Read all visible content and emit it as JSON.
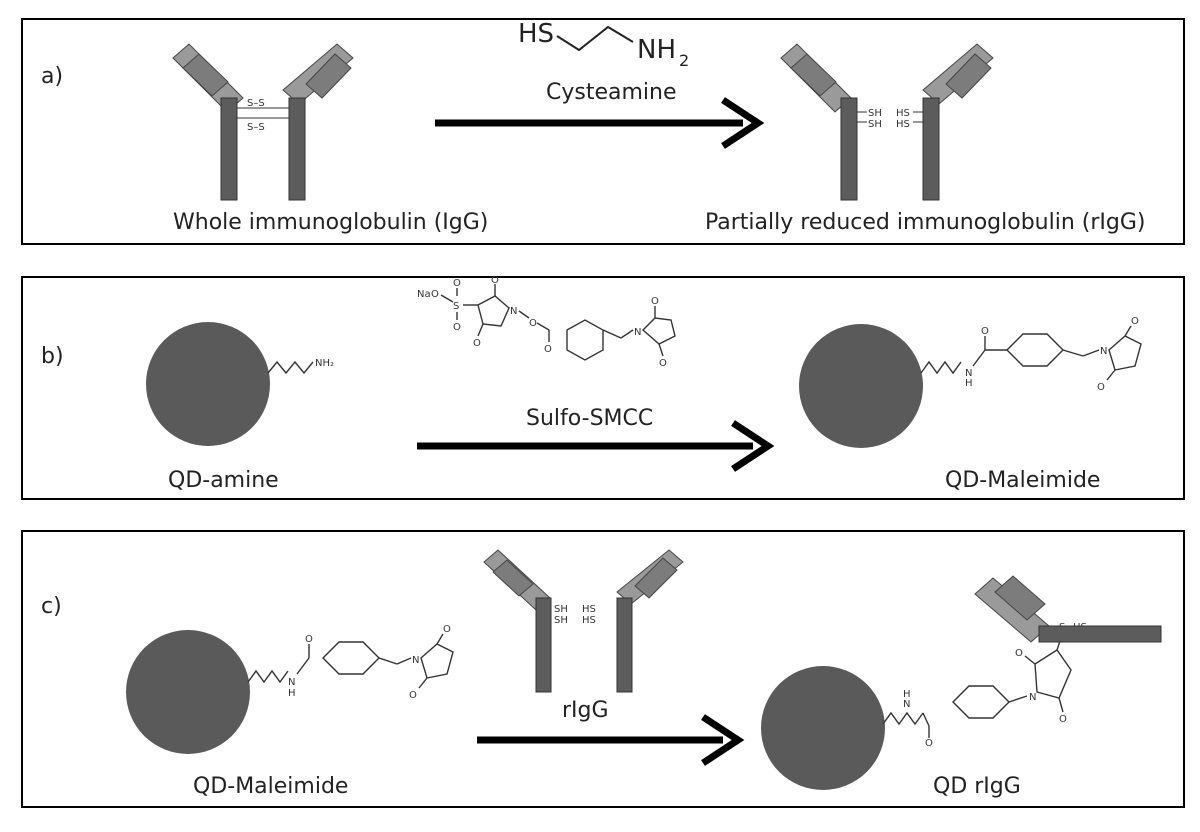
{
  "panels": {
    "a": {
      "tag": "a)",
      "left_label": "Whole immunoglobulin (IgG)",
      "right_label": "Partially reduced immunoglobulin (rIgG)",
      "reagent_name": "Cysteamine",
      "reagent_groups": {
        "hs": "HS",
        "amine": "NH",
        "amine_sub": "2"
      },
      "disulfide_left": "S–S",
      "thiol_left": "SH",
      "thiol_right": "HS"
    },
    "b": {
      "tag": "b)",
      "left_label": "QD-amine",
      "right_label": "QD-Maleimide",
      "reagent_name": "Sulfo-SMCC",
      "amine_group": "NH₂",
      "sodium": "Na",
      "atom_o": "O",
      "atom_s": "S",
      "atom_n": "N",
      "atom_h": "H"
    },
    "c": {
      "tag": "c)",
      "left_label": "QD-Maleimide",
      "right_label": "QD rIgG",
      "reagent_name": "rIgG"
    }
  },
  "colors": {
    "border": "#000000",
    "qd": "#5a5a5a",
    "antibody": "#555555",
    "text": "#222222"
  }
}
